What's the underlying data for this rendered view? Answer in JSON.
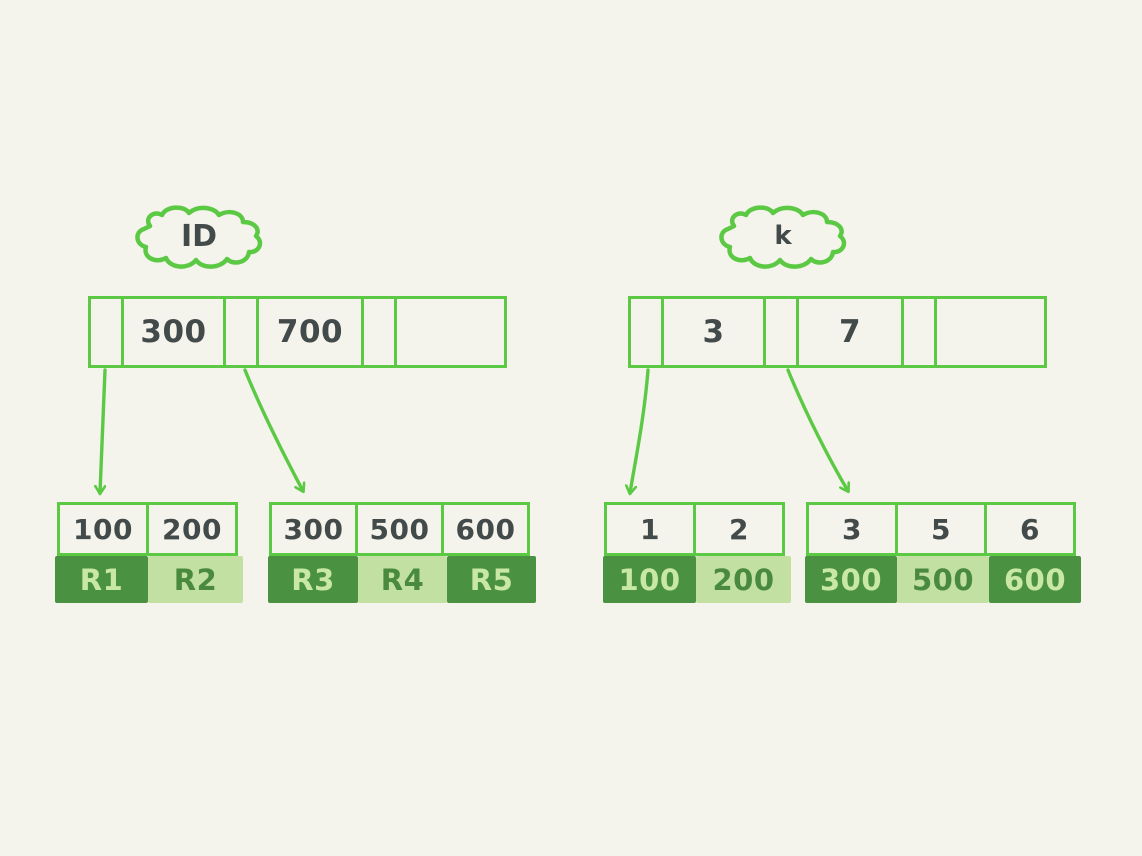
{
  "diagram": {
    "title": "B+Tree secondary index diagram",
    "background_color": "#f4f3ec",
    "stroke_color": "#5cc944",
    "text_color": "#434a4a",
    "record_dark_color": "#4a9241",
    "record_light_color": "#c2e0a2",
    "record_dark_text_color": "#c9e8a6",
    "record_light_text_color": "#4a8a3e"
  },
  "trees": [
    {
      "id": "id-tree",
      "cloud_label": "ID",
      "root": {
        "cells": [
          {
            "type": "pointer",
            "label": ""
          },
          {
            "type": "key",
            "label": "300"
          },
          {
            "type": "pointer",
            "label": ""
          },
          {
            "type": "key",
            "label": "700"
          },
          {
            "type": "pointer",
            "label": ""
          },
          {
            "type": "empty",
            "label": ""
          }
        ]
      },
      "leaves": [
        {
          "id": "id-leaf-1",
          "keys": [
            "100",
            "200"
          ],
          "records": [
            {
              "label": "R1",
              "shade": "dark"
            },
            {
              "label": "R2",
              "shade": "light"
            }
          ]
        },
        {
          "id": "id-leaf-2",
          "keys": [
            "300",
            "500",
            "600"
          ],
          "records": [
            {
              "label": "R3",
              "shade": "dark"
            },
            {
              "label": "R4",
              "shade": "light"
            },
            {
              "label": "R5",
              "shade": "dark"
            }
          ]
        }
      ]
    },
    {
      "id": "k-tree",
      "cloud_label": "k",
      "root": {
        "cells": [
          {
            "type": "pointer",
            "label": ""
          },
          {
            "type": "key",
            "label": "3"
          },
          {
            "type": "pointer",
            "label": ""
          },
          {
            "type": "key",
            "label": "7"
          },
          {
            "type": "pointer",
            "label": ""
          },
          {
            "type": "empty",
            "label": ""
          }
        ]
      },
      "leaves": [
        {
          "id": "k-leaf-1",
          "keys": [
            "1",
            "2"
          ],
          "records": [
            {
              "label": "100",
              "shade": "dark"
            },
            {
              "label": "200",
              "shade": "light"
            }
          ]
        },
        {
          "id": "k-leaf-2",
          "keys": [
            "3",
            "5",
            "6"
          ],
          "records": [
            {
              "label": "300",
              "shade": "dark"
            },
            {
              "label": "500",
              "shade": "light"
            },
            {
              "label": "600",
              "shade": "dark"
            }
          ]
        }
      ]
    }
  ]
}
